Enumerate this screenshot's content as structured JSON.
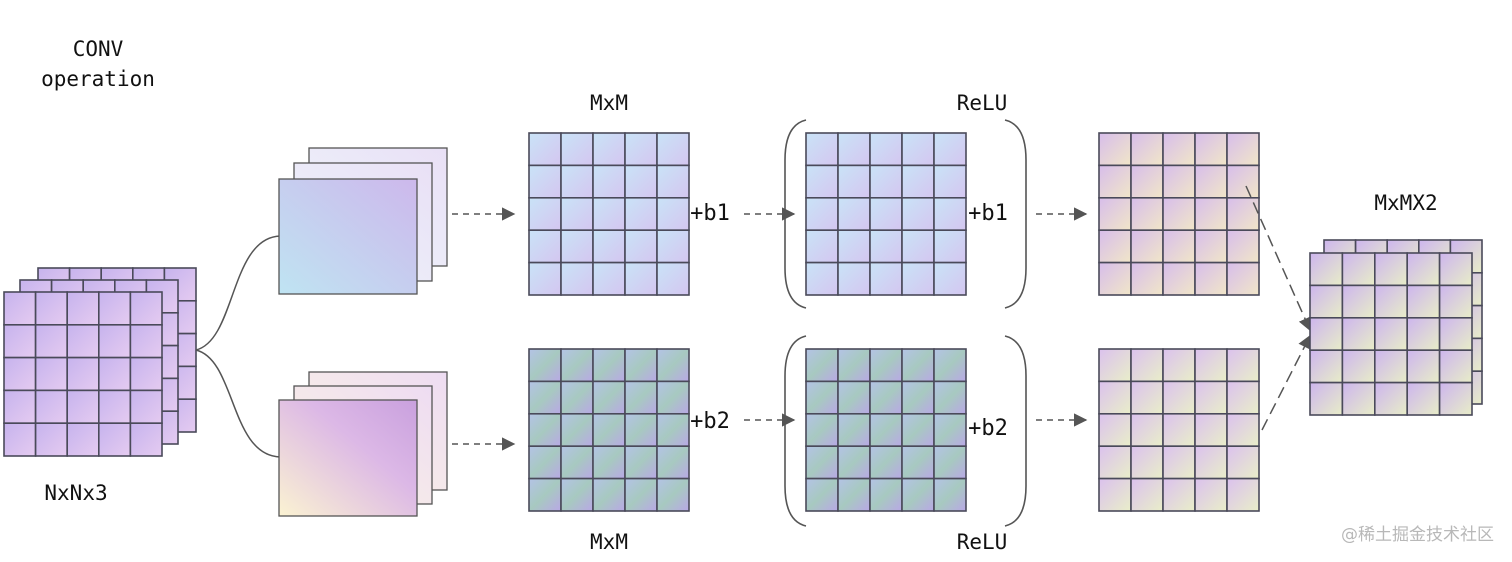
{
  "title": {
    "line1": "CONV",
    "line2": "operation"
  },
  "input_label": "NxNx3",
  "top": {
    "size_label": "MxM",
    "bias": "+b1",
    "activation": "ReLU"
  },
  "bottom": {
    "size_label": "MxM",
    "bias": "+b2",
    "activation": "ReLU"
  },
  "output_label": "MxMX2",
  "watermark": "@稀土掘金技术社区",
  "grid_cells": 5,
  "colors": {
    "grid_line": "#4a4a5a",
    "arrow": "#555555",
    "cool_start": "#c8e6f5",
    "cool_end": "#d6c4ee",
    "purple_start": "#b7a6e6",
    "purple_end": "#e4c8ee",
    "warm_start": "#f6ecc8",
    "warm_end": "#c9a9e6"
  }
}
